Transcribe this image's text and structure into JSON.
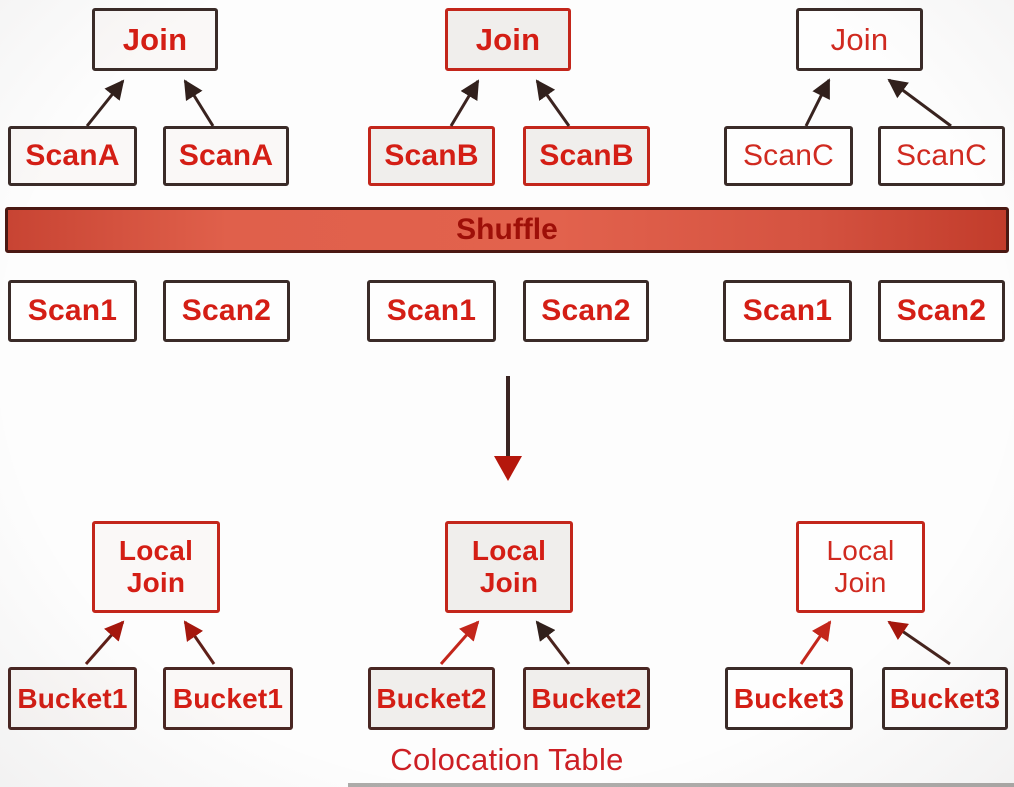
{
  "diagram": {
    "top_plans": [
      {
        "join_label": "Join",
        "left_scan": "ScanA",
        "right_scan": "ScanA"
      },
      {
        "join_label": "Join",
        "left_scan": "ScanB",
        "right_scan": "ScanB"
      },
      {
        "join_label": "Join",
        "left_scan": "ScanC",
        "right_scan": "ScanC"
      }
    ],
    "shuffle_label": "Shuffle",
    "scan_row": [
      "Scan1",
      "Scan2",
      "Scan1",
      "Scan2",
      "Scan1",
      "Scan2"
    ],
    "bottom_plans": [
      {
        "join_label": "Local\nJoin",
        "left_bucket": "Bucket1",
        "right_bucket": "Bucket1"
      },
      {
        "join_label": "Local\nJoin",
        "left_bucket": "Bucket2",
        "right_bucket": "Bucket2"
      },
      {
        "join_label": "Local\nJoin",
        "left_bucket": "Bucket3",
        "right_bucket": "Bucket3"
      }
    ],
    "caption": "Colocation Table"
  },
  "colors": {
    "accent_red_text": "#d41e15",
    "border_dark": "#3a2b28",
    "border_red": "#c3261b",
    "shuffle_fill": "#e0604b",
    "shuffle_text": "#9e0f08",
    "arrow_dark": "#31201c",
    "arrow_red": "#c3261b"
  }
}
